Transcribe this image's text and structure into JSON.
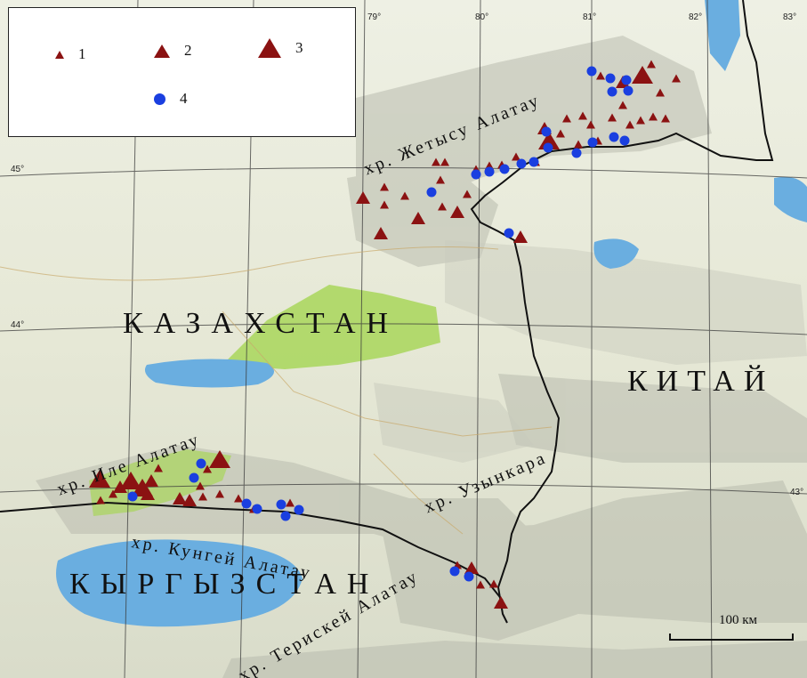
{
  "legend": {
    "items": [
      {
        "label": "1",
        "symbol": "triangle-small"
      },
      {
        "label": "2",
        "symbol": "triangle-medium"
      },
      {
        "label": "3",
        "symbol": "triangle-large"
      },
      {
        "label": "4",
        "symbol": "circle"
      }
    ]
  },
  "countries": {
    "kazakhstan": "КАЗАХСТАН",
    "china": "КИТАЙ",
    "kyrgyzstan": "КЫРГЫЗСТАН"
  },
  "ranges": {
    "zhetysu": "хр. Жетысу Алатау",
    "ile": "хр. Иле Алатау",
    "kungei": "хр. Кунгей Алатау",
    "uzynkara": "хр. Узынкара",
    "terskey": "хр. Терискей Алатау"
  },
  "coords": {
    "lon79": "79°",
    "lon80": "80°",
    "lon81": "81°",
    "lon82": "82°",
    "lon83": "83°",
    "lat45": "45°",
    "lat44": "44°",
    "lat43": "43°"
  },
  "scale": {
    "label": "100 км"
  },
  "colors": {
    "triangle": "#8b1212",
    "circle": "#1a3fe0",
    "border": "#111111",
    "water": "#6aaee0",
    "reserve": "#a8d65a"
  }
}
